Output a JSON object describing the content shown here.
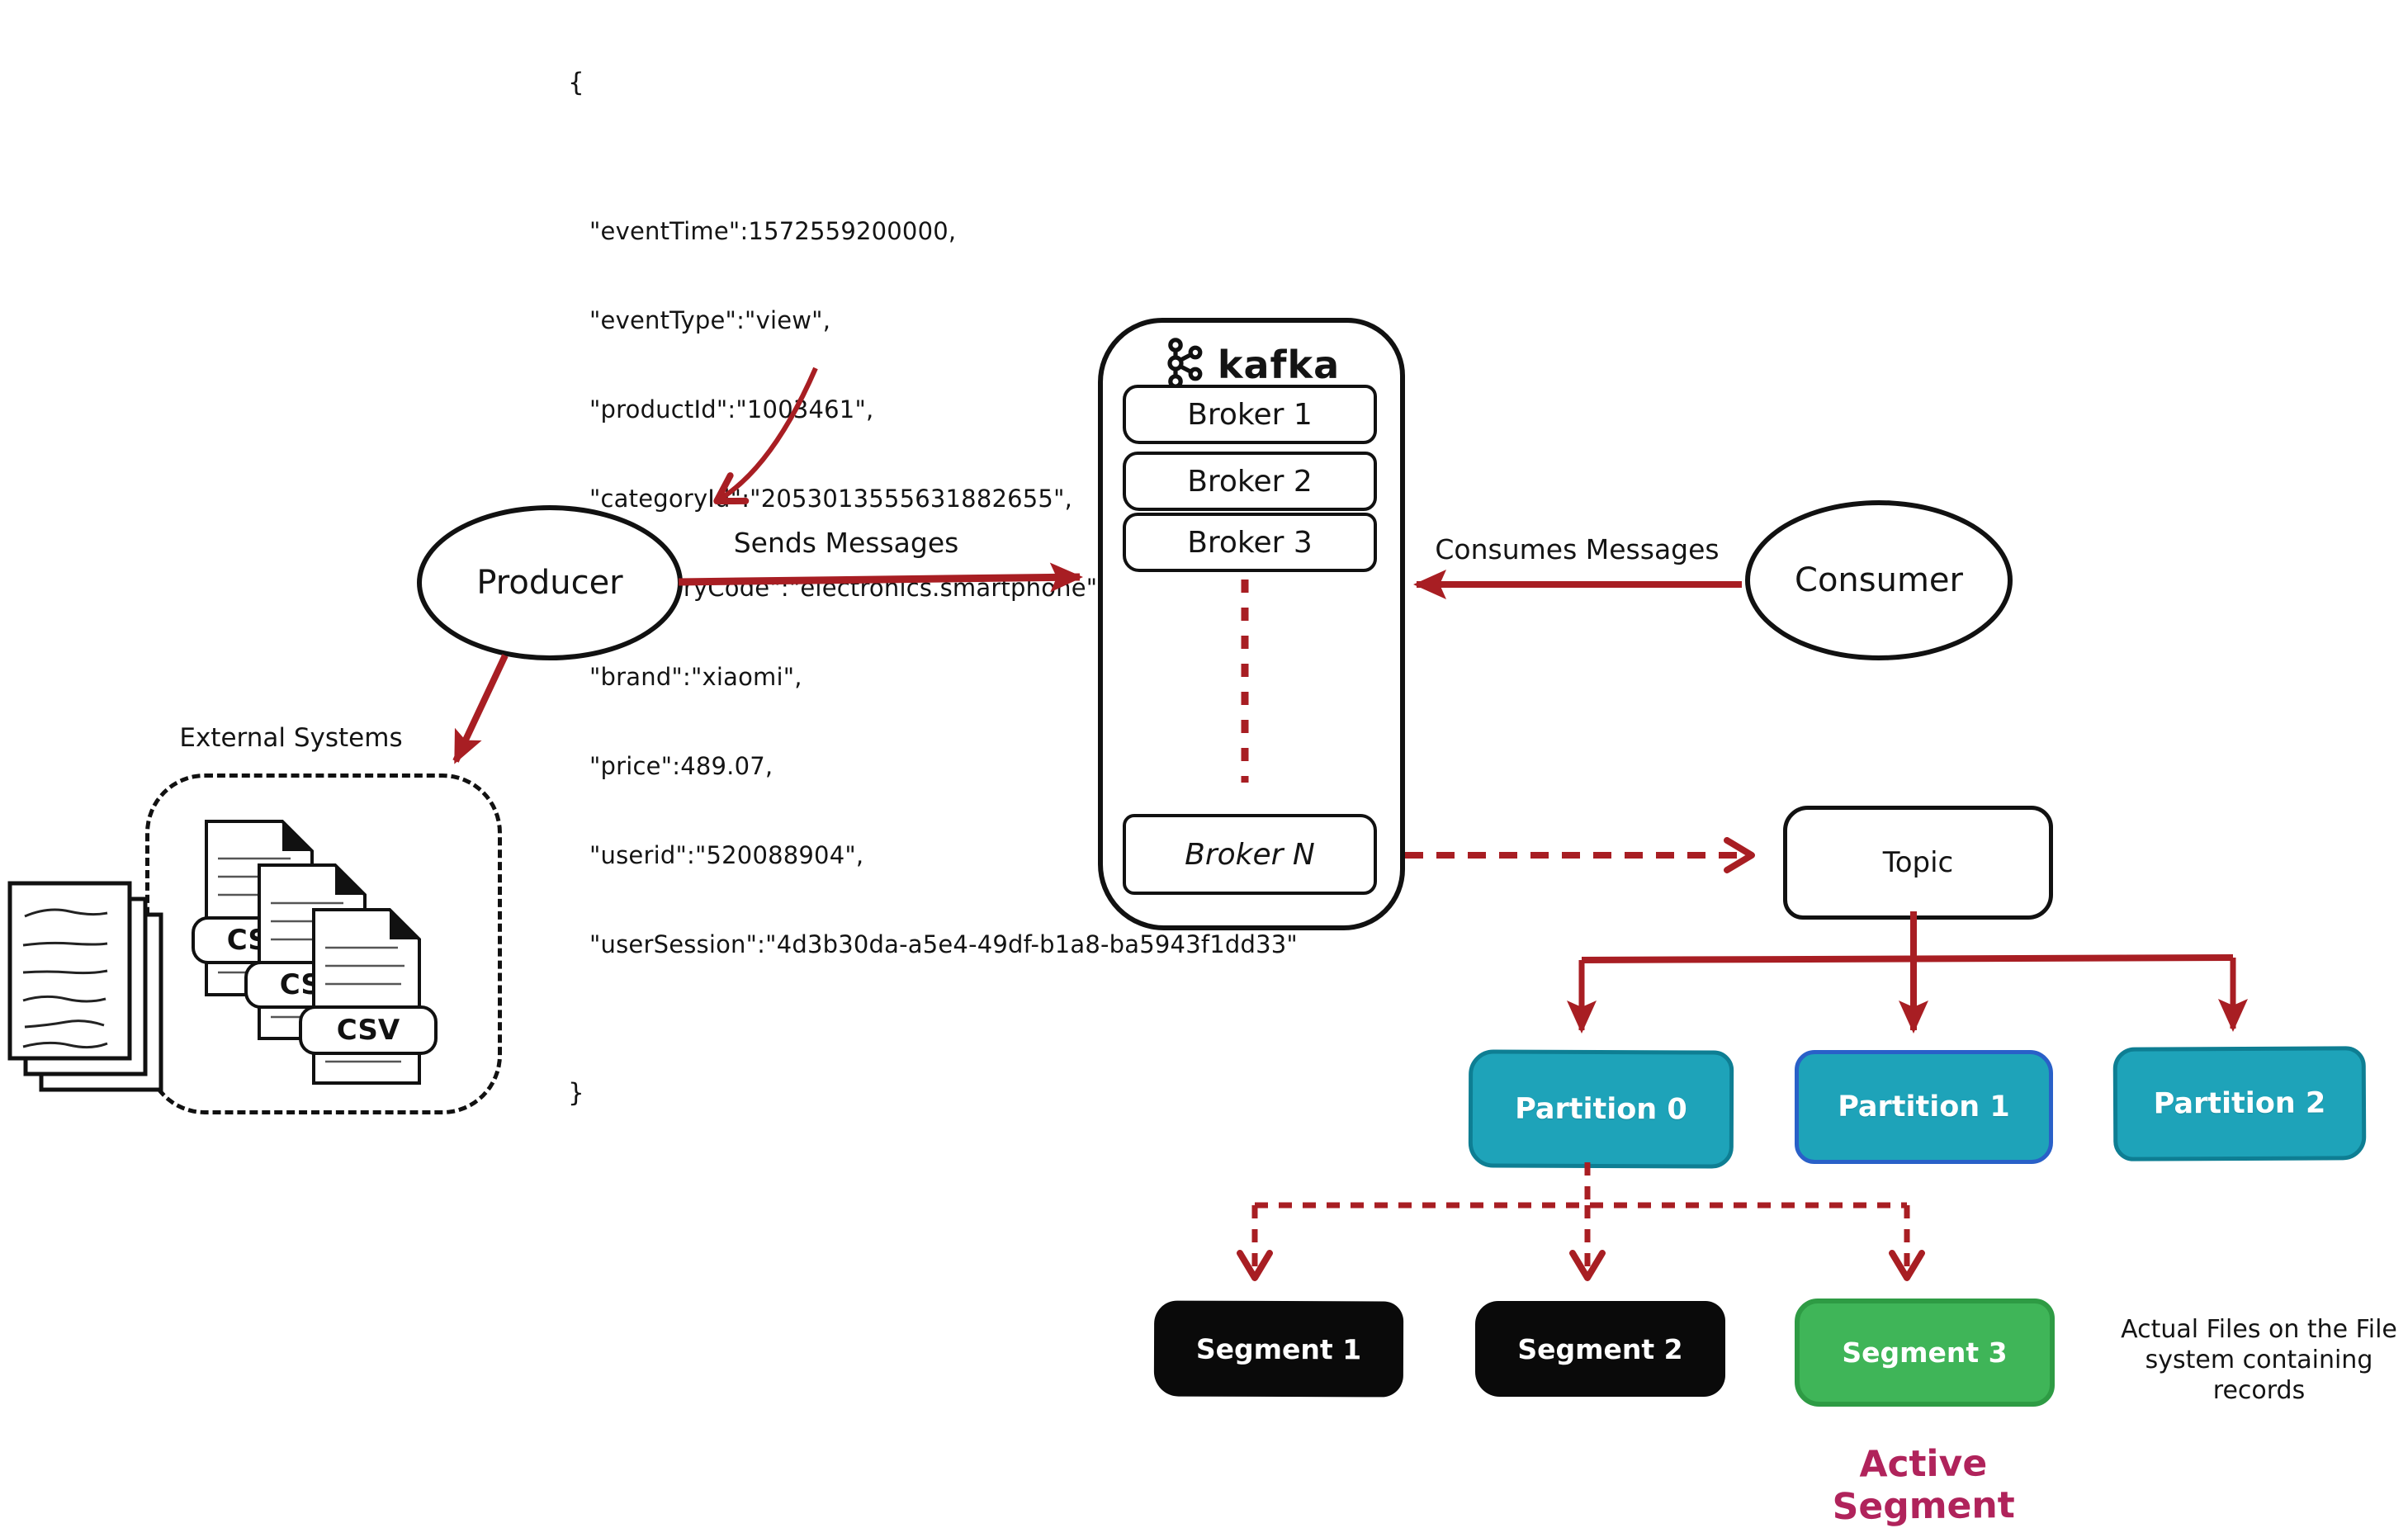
{
  "json_snippet": {
    "open_brace": "{",
    "close_brace": "}",
    "lines": [
      "\"eventTime\":1572559200000,",
      "\"eventType\":\"view\",",
      "\"productId\":\"1003461\",",
      "\"categoryId\":\"2053013555631882655\",",
      "\"categoryCode\":\"electronics.smartphone\",",
      "\"brand\":\"xiaomi\",",
      "\"price\":489.07,",
      "\"userid\":\"520088904\",",
      "\"userSession\":\"4d3b30da-a5e4-49df-b1a8-ba5943f1dd33\""
    ]
  },
  "producer": {
    "label": "Producer"
  },
  "consumer": {
    "label": "Consumer"
  },
  "arrows": {
    "sends": "Sends Messages",
    "consumes": "Consumes Messages"
  },
  "kafka": {
    "logo_text": "kafka",
    "brokers": [
      "Broker 1",
      "Broker 2",
      "Broker 3"
    ],
    "broker_n": "Broker N"
  },
  "external_systems": {
    "title": "External Systems",
    "csv_files": [
      "CSV",
      "CSV",
      "CSV"
    ]
  },
  "topic": {
    "label": "Topic"
  },
  "partitions": [
    {
      "label": "Partition 0"
    },
    {
      "label": "Partition 1"
    },
    {
      "label": "Partition 2"
    }
  ],
  "segments": [
    {
      "label": "Segment 1"
    },
    {
      "label": "Segment 2"
    },
    {
      "label": "Segment 3"
    }
  ],
  "annotations": {
    "actual_files_line1": "Actual Files on the File",
    "actual_files_line2": "system containing records",
    "actual_files": "Actual Files on the File system containing records",
    "active_segment": "Active Segment"
  },
  "colors": {
    "arrow_red": "#A81E23",
    "partition_fill": "#1EA3B9",
    "partition_border": "#0E7E93",
    "partition1_border": "#2960C8",
    "segment_fill": "#0A0A0A",
    "active_segment_fill": "#3FB558",
    "active_segment_border": "#2E9B44",
    "active_segment_text": "#B0235B",
    "ink": "#111111"
  }
}
